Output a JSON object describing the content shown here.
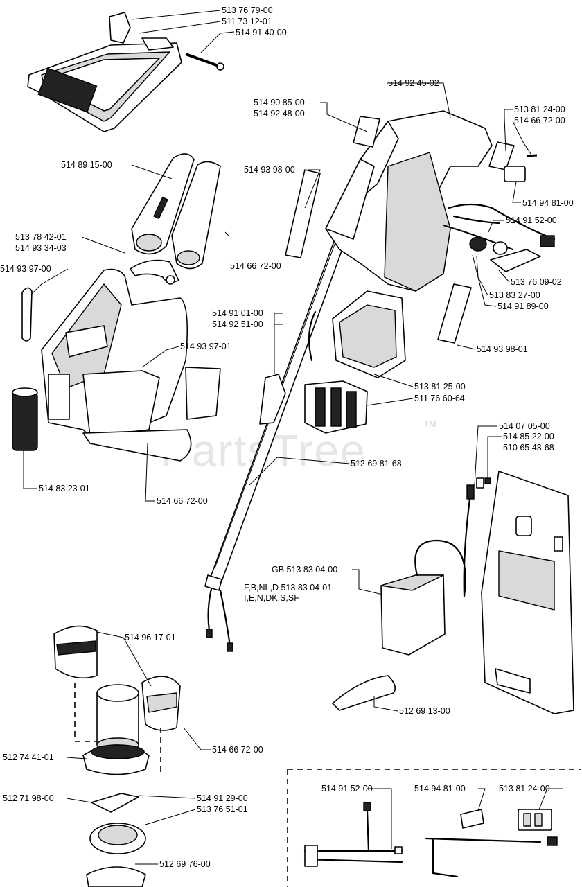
{
  "watermark": {
    "text": "PartsTree",
    "mark": "TM"
  },
  "labels": [
    "513 76 79-00",
    "511 73 12-01",
    "514 91 40-00",
    "514 92 45-02",
    "514 90 85-00",
    "514 92 48-00",
    "513 81 24-00",
    "514 66 72-00",
    "514 89 15-00",
    "514 93 98-00",
    "514 94 81-00",
    "514 91 52-00",
    "513 78 42-01",
    "514 93 34-03",
    "514 66 72-00",
    "514 93 97-00",
    "513 76 09-02",
    "513 83 27-00",
    "514 91 89-00",
    "514 91 01-00",
    "514 92 51-00",
    "514 93 97-01",
    "514 93 98-01",
    "513 81 25-00",
    "511 76 60-64",
    "514 07 05-00",
    "514 85 22-00",
    "510 65 43-68",
    "512 69 81-68",
    "514 83 23-01",
    "514 66 72-00",
    "GB 513 83 04-00",
    "F,B,NL,D 513 83 04-01",
    "I,E,N,DK,S,SF",
    "514 96 17-01",
    "512 69 13-00",
    "514 66 72-00",
    "512 74 41-01",
    "514 91 29-00",
    "512 71 98-00",
    "513 76 51-01",
    "514 91 52-00",
    "514 94 81-00",
    "513 81 24-00",
    "512 69 76-00"
  ]
}
